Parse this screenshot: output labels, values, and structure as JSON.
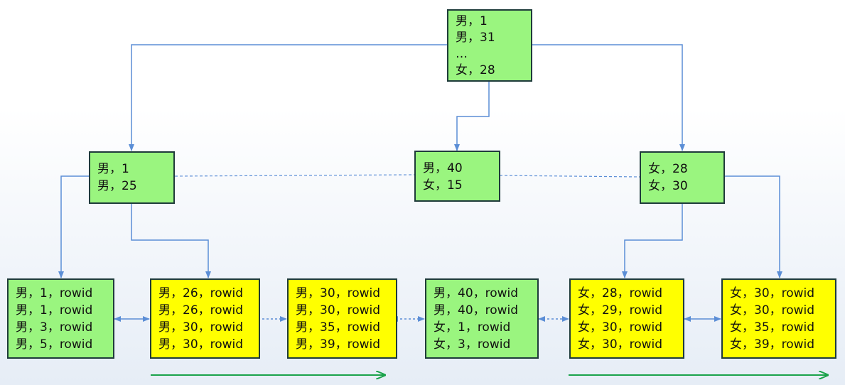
{
  "colors": {
    "green_node": "#9af57f",
    "yellow_node": "#ffff00",
    "connector": "#5b8ed6",
    "scan_arrow": "#1aa34a"
  },
  "root": {
    "lines": [
      "男，1",
      "男，31",
      "…",
      "女，28"
    ]
  },
  "branch": [
    {
      "lines": [
        "男，1",
        "男，25"
      ]
    },
    {
      "lines": [
        "男，40",
        "女，15"
      ]
    },
    {
      "lines": [
        "女，28",
        "女，30"
      ]
    }
  ],
  "leaves": [
    {
      "color": "green",
      "lines": [
        "男，1，rowid",
        "男，1，rowid",
        "男，3，rowid",
        "男，5，rowid"
      ]
    },
    {
      "color": "yellow",
      "lines": [
        "男，26，rowid",
        "男，26，rowid",
        "男，30，rowid",
        "男，30，rowid"
      ]
    },
    {
      "color": "yellow",
      "lines": [
        "男，30，rowid",
        "男，30，rowid",
        "男，35，rowid",
        "男，39，rowid"
      ]
    },
    {
      "color": "green",
      "lines": [
        "男，40，rowid",
        "男，40，rowid",
        "女，1，rowid",
        "女，3，rowid"
      ]
    },
    {
      "color": "yellow",
      "lines": [
        "女，28，rowid",
        "女，29，rowid",
        "女，30，rowid",
        "女，30，rowid"
      ]
    },
    {
      "color": "yellow",
      "lines": [
        "女，30，rowid",
        "女，30，rowid",
        "女，35，rowid",
        "女，39，rowid"
      ]
    }
  ]
}
